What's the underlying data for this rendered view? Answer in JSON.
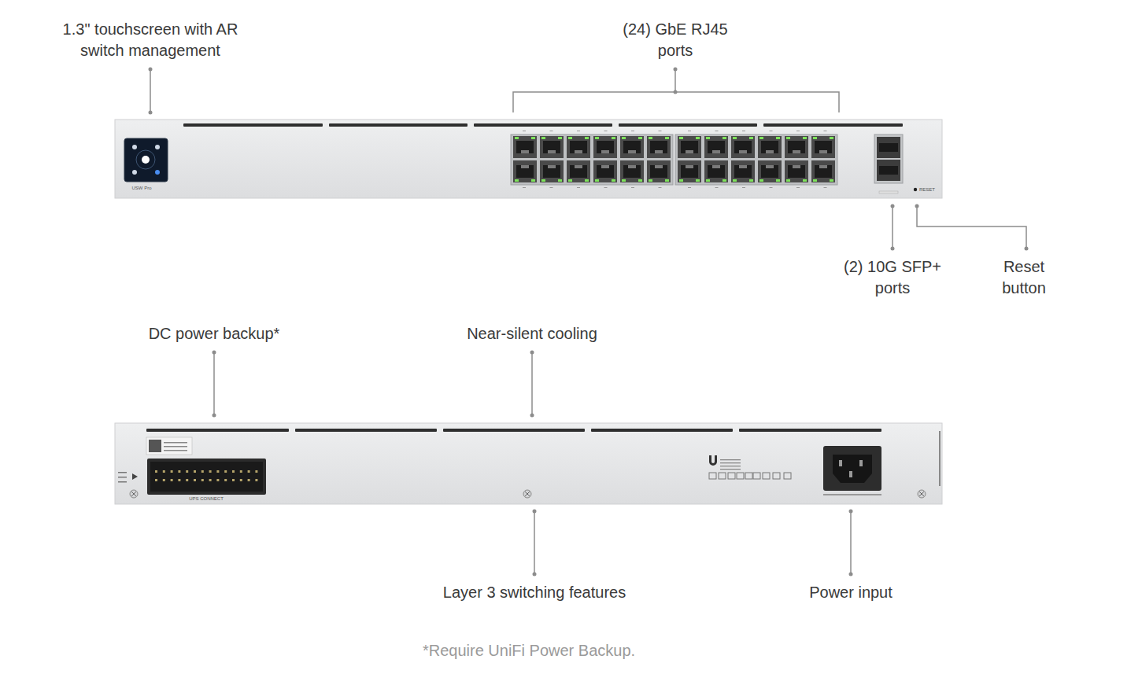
{
  "diagram": {
    "caption": "*Require UniFi Power Backup.",
    "labels": [
      "1.3\" touchscreen with AR switch management",
      "(24) GbE RJ45 ports",
      "(2) 10G SFP+ ports",
      "Reset button",
      "DC power backup*",
      "Near-silent cooling",
      "Layer 3 switching features",
      "Power input",
      "USW Pro",
      "RESET",
      "UPS CONNECT"
    ]
  }
}
